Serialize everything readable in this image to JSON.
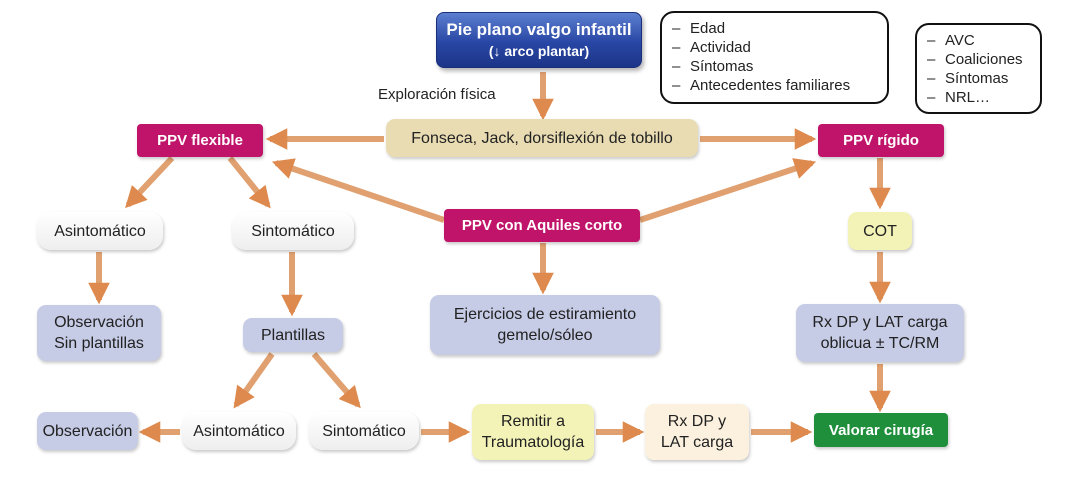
{
  "title": {
    "line1": "Pie plano valgo infantil",
    "line2": "(↓ arco plantar)"
  },
  "exploracion_label": "Exploración física",
  "box_factores": [
    "Edad",
    "Actividad",
    "Síntomas",
    "Antecedentes familiares"
  ],
  "box_causas": [
    "AVC",
    "Coaliciones",
    "Síntomas",
    "NRL…"
  ],
  "nodes": {
    "fonseca": "Fonseca, Jack, dorsiflexión de tobillo",
    "ppv_flexible": "PPV flexible",
    "ppv_rigido": "PPV rígido",
    "ppv_aquiles": "PPV con Aquiles corto",
    "asintomatico_1": "Asintomático",
    "sintomatico_1": "Sintomático",
    "cot": "COT",
    "observacion_sin_1": "Observación",
    "observacion_sin_2": "Sin plantillas",
    "plantillas": "Plantillas",
    "ejercicios_1": "Ejercicios de estiramiento",
    "ejercicios_2": "gemelo/sóleo",
    "rx_oblicua_1": "Rx DP y LAT carga",
    "rx_oblicua_2": "oblicua ± TC/RM",
    "observacion": "Observación",
    "asintomatico_2": "Asintomático",
    "sintomatico_2": "Sintomático",
    "remitir_1": "Remitir a",
    "remitir_2": "Traumatología",
    "rx_lat_1": "Rx DP y",
    "rx_lat_2": "LAT carga",
    "valorar": "Valorar cirugía"
  },
  "colors": {
    "arrow": "#e0a070",
    "magenta": "#c0146a",
    "green": "#1f8f3c",
    "blue_box": "#c6cbe6",
    "title_blue": "#2846a4"
  }
}
